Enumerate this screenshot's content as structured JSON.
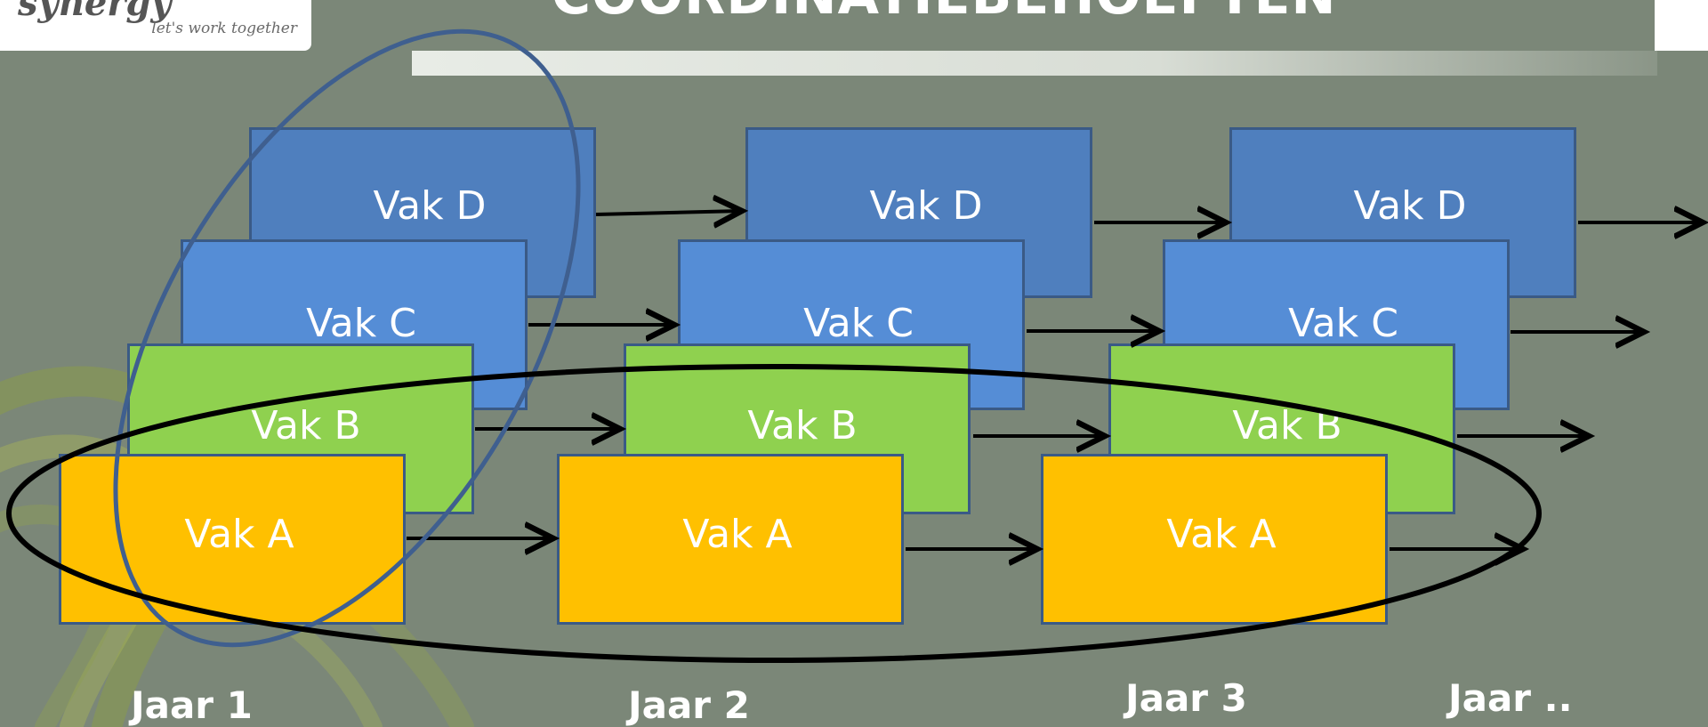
{
  "header": {
    "title": "COORDINATIEBEHOEFTEN",
    "logo_tagline": "let's work together"
  },
  "columns": [
    {
      "year": "Jaar 1",
      "subjects": [
        "Vak D",
        "Vak C",
        "Vak B",
        "Vak A"
      ]
    },
    {
      "year": "Jaar 2",
      "subjects": [
        "Vak D",
        "Vak C",
        "Vak B",
        "Vak A"
      ]
    },
    {
      "year": "Jaar 3",
      "subjects": [
        "Vak D",
        "Vak C",
        "Vak B",
        "Vak A"
      ]
    }
  ],
  "last_year_label": "Jaar ..",
  "colors": {
    "background": "#7b8778",
    "vak_d": "#4f7fbe",
    "vak_c": "#558dd6",
    "vak_b": "#8fd14f",
    "vak_a": "#ffc000",
    "box_border": "#3a5a86",
    "ellipse_vertical": "#3f5f8f",
    "ellipse_horizontal": "#000000"
  }
}
